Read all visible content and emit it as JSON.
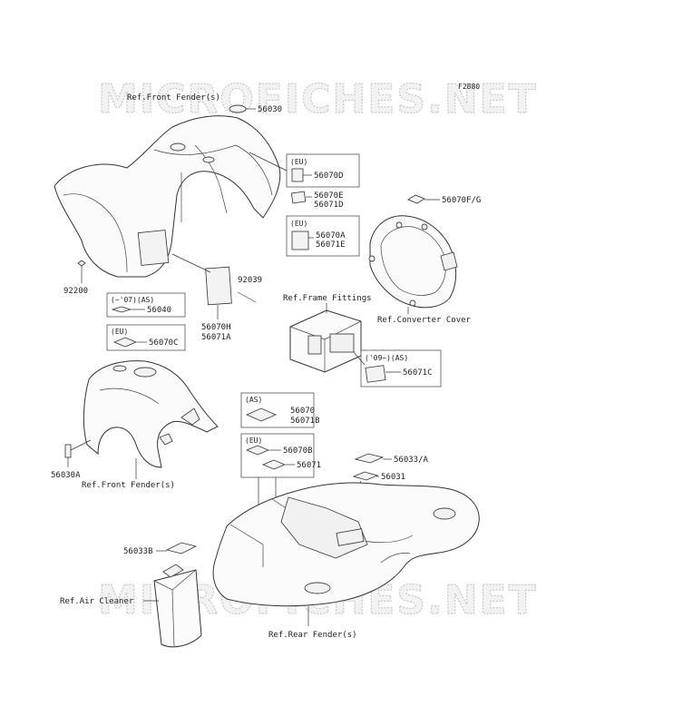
{
  "diagram": {
    "code": "F2880",
    "watermark": "MICROFICHES.NET",
    "labels": {
      "ref_front_fender_top": "Ref.Front Fender(s)",
      "ref_front_fender_bottom": "Ref.Front Fender(s)",
      "ref_frame_fittings": "Ref.Frame Fittings",
      "ref_converter_cover": "Ref.Converter Cover",
      "ref_air_cleaner": "Ref.Air Cleaner",
      "ref_rear_fender": "Ref.Rear Fender(s)"
    },
    "parts": {
      "p56030": "56030",
      "p56070d": "56070D",
      "p56070e": "56070E",
      "p56071d": "56071D",
      "p56070a": "56070A",
      "p56071e": "56071E",
      "p56070fg": "56070F/G",
      "p92200": "92200",
      "p92039": "92039",
      "p56040": "56040",
      "p56070h": "56070H",
      "p56071a": "56071A",
      "p56070c": "56070C",
      "p56071c": "56071C",
      "p56070": "56070",
      "p56071b": "56071B",
      "p56070b": "56070B",
      "p56071": "56071",
      "p56033a": "56033/A",
      "p56031": "56031",
      "p56030a": "56030A",
      "p56033b": "56033B"
    },
    "box_headers": {
      "eu_1": "(EU)",
      "eu_2": "(EU)",
      "as_07": "(~'07)(AS)",
      "eu_3": "(EU)",
      "as_09": "('09~)(AS)",
      "as_1": "(AS)",
      "eu_4": "(EU)"
    }
  }
}
